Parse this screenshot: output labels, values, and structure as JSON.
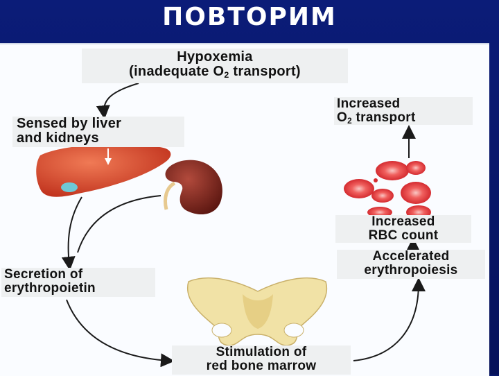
{
  "slide": {
    "title": "ПОВТОРИМ"
  },
  "diagram": {
    "hypoxemia": {
      "line1": "Hypoxemia",
      "line2_a": "(inadequate O",
      "line2_sub": "2",
      "line2_b": " transport)"
    },
    "sensed": {
      "line1": "Sensed by liver",
      "line2": "and kidneys"
    },
    "increased_o2": {
      "line1": "Increased",
      "line2_a": "O",
      "line2_sub": "2",
      "line2_b": " transport"
    },
    "increased_rbc": {
      "line1": "Increased",
      "line2": "RBC count"
    },
    "accelerated": {
      "line1": "Accelerated",
      "line2": "erythropoiesis"
    },
    "secretion": {
      "line1": "Secretion of",
      "line2": "erythropoietin"
    },
    "stimulation": {
      "line1": "Stimulation of",
      "line2": "red bone marrow"
    }
  },
  "colors": {
    "background": "#0a1a6e",
    "liver": "#d9452b",
    "kidney": "#8b2a22",
    "rbc": "#e8363d",
    "pelvis": "#f1e2a6",
    "arrow": "#1a1a1a"
  },
  "icons": [
    "liver-icon",
    "kidney-icon",
    "red-blood-cells-icon",
    "pelvis-bone-icon"
  ]
}
